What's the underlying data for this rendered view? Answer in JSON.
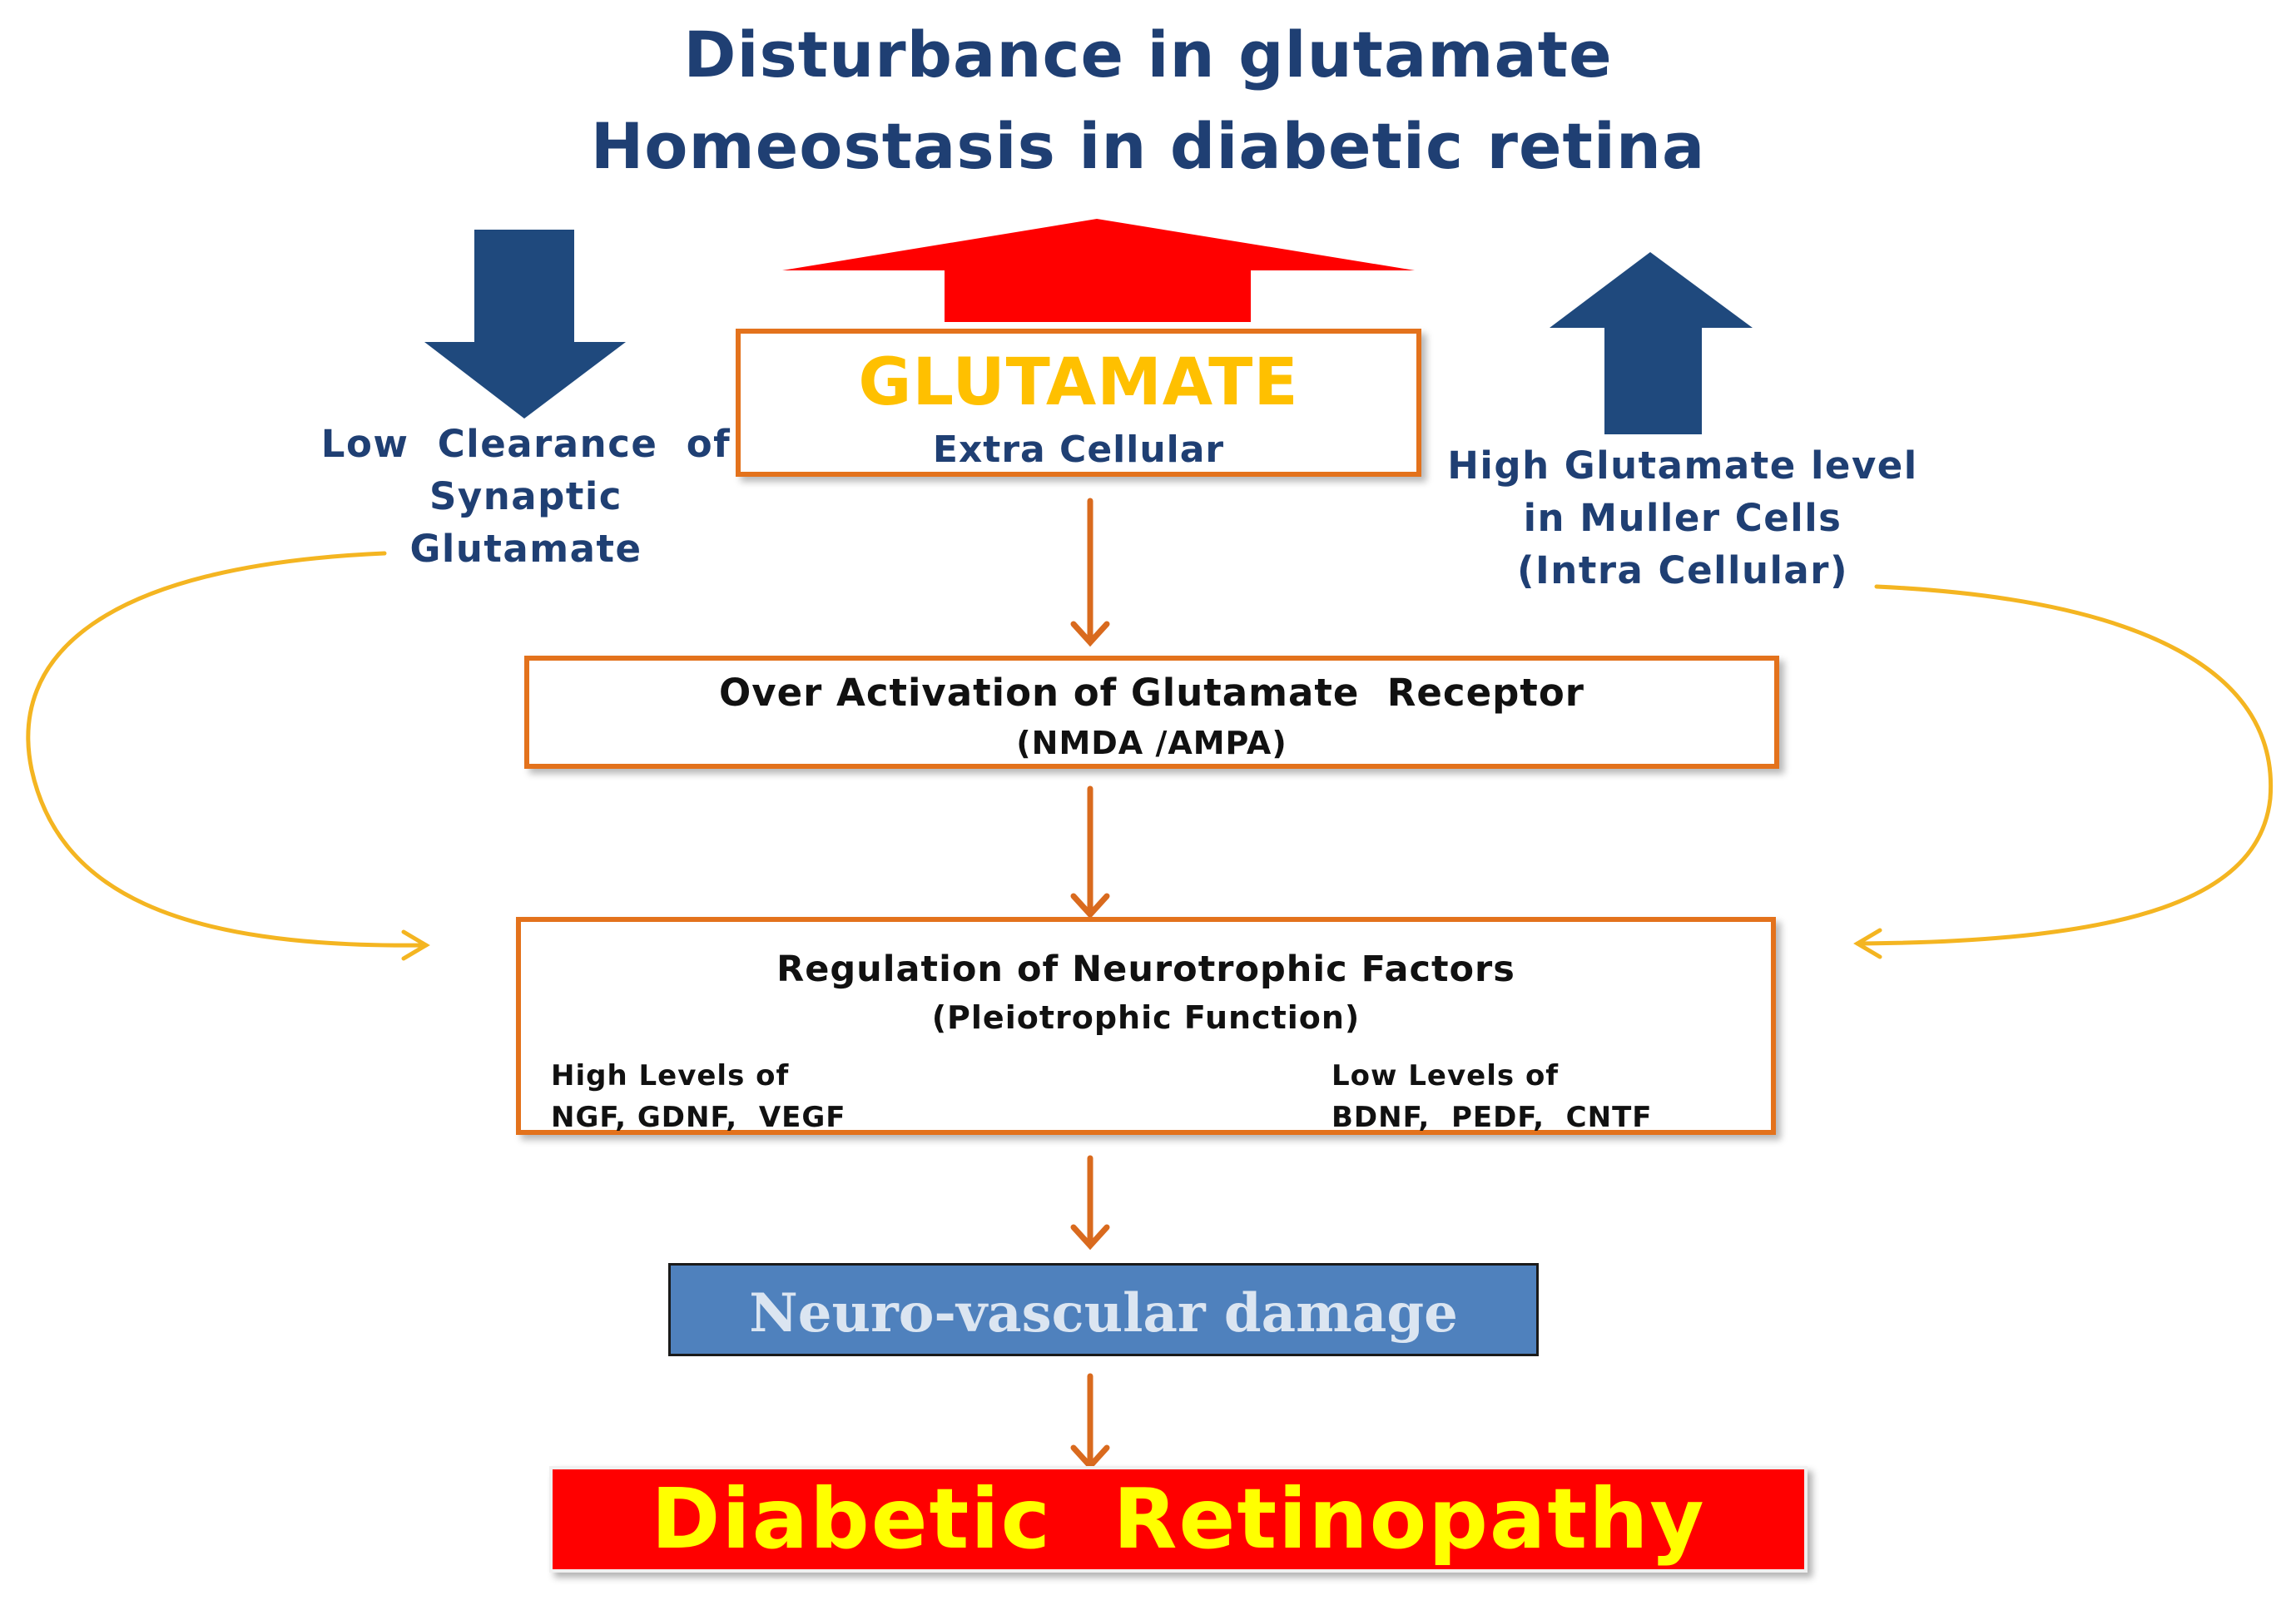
{
  "title": {
    "line1": "Disturbance in glutamate",
    "line2": "Homeostasis in diabetic retina"
  },
  "glutamate_box": {
    "main": "GLUTAMATE",
    "sub": "Extra Cellular"
  },
  "left_note": {
    "line1": "Low  Clearance  of",
    "line2": "Synaptic",
    "line3": "Glutamate"
  },
  "right_note": {
    "line1": "High Glutamate level",
    "line2": "in Muller Cells",
    "line3": "(Intra Cellular)"
  },
  "receptor_box": {
    "line1": "Over Activation of Glutamate  Receptor",
    "line2": "(NMDA /AMPA)"
  },
  "neurotrophic_box": {
    "line1": "Regulation of Neurotrophic Factors",
    "line2": "(Pleiotrophic Function)",
    "high_label": "High Levels of",
    "high_factors": "NGF, GDNF,  VEGF",
    "low_label": "Low Levels of",
    "low_factors": "BDNF,  PEDF,  CNTF"
  },
  "damage_box": {
    "label": "Neuro-vascular damage"
  },
  "outcome_box": {
    "label": "Diabetic  Retinopathy"
  },
  "colors": {
    "navy_text": "#1f3f73",
    "navy_arrow": "#1f497d",
    "orange_border": "#e3721c",
    "flow_arrow": "#d96a1e",
    "feedback_curve": "#f4b521",
    "red": "#ff0000",
    "glutamate_text": "#ffc000",
    "damage_fill": "#4f81bd",
    "damage_text": "#dbe5f1",
    "outcome_text": "#ffff00"
  }
}
